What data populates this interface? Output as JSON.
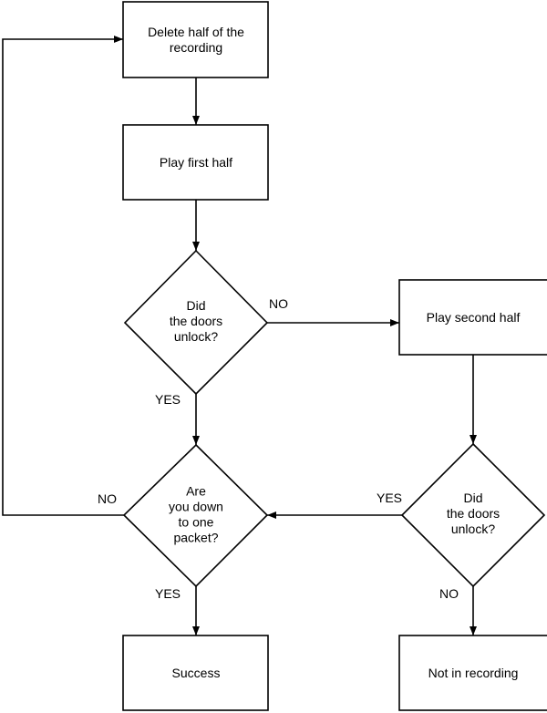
{
  "colors": {
    "line": "#000000",
    "fill": "#ffffff",
    "text": "#000000"
  },
  "nodes": {
    "delete_half": {
      "label_lines": [
        "Delete half of the",
        "recording"
      ]
    },
    "play_first": {
      "label_lines": [
        "Play first half"
      ]
    },
    "doors_unlock_1": {
      "label_lines": [
        "Did",
        "the doors",
        "unlock?"
      ]
    },
    "play_second": {
      "label_lines": [
        "Play second half"
      ]
    },
    "doors_unlock_2": {
      "label_lines": [
        "Did",
        "the doors",
        "unlock?"
      ]
    },
    "one_packet": {
      "label_lines": [
        "Are",
        "you down",
        "to one",
        "packet?"
      ]
    },
    "success": {
      "label_lines": [
        "Success"
      ]
    },
    "not_in_recording": {
      "label_lines": [
        "Not in recording"
      ]
    }
  },
  "edge_labels": {
    "d1_no": "NO",
    "d1_yes": "YES",
    "d2_yes": "YES",
    "d2_no": "NO",
    "d3_no": "NO",
    "d3_yes": "YES"
  }
}
